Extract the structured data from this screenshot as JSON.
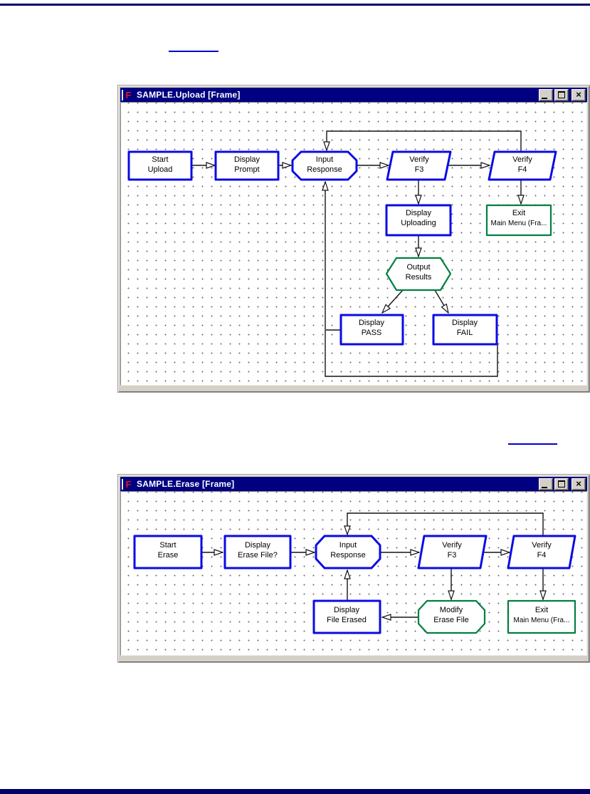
{
  "page": {
    "background": "#ffffff",
    "top_rule_color": "#000066",
    "bottom_bar_color": "#000066",
    "hyperlink_color": "#0000cc"
  },
  "colors": {
    "titlebar_bg": "#000080",
    "titlebar_text": "#ffffff",
    "window_chrome": "#d4d0c8",
    "node_blue": "#0a0ae6",
    "node_green": "#008040",
    "connector": "#141414",
    "canvas_dot": "#6b6b6b"
  },
  "upload_window": {
    "title": "SAMPLE.Upload [Frame]",
    "icon_letter": "F",
    "controls": {
      "minimize": "minimize-icon",
      "maximize": "maximize-icon",
      "close": "×"
    },
    "nodes": {
      "start": [
        "Start",
        "Upload"
      ],
      "display_prompt": [
        "Display",
        "Prompt"
      ],
      "input_response": [
        "Input",
        "Response"
      ],
      "verify_f3": [
        "Verify",
        "F3"
      ],
      "verify_f4": [
        "Verify",
        "F4"
      ],
      "display_uploading": [
        "Display",
        "Uploading"
      ],
      "exit_main_menu": [
        "Exit",
        "Main Menu (Fra..."
      ],
      "output_results": [
        "Output",
        "Results"
      ],
      "display_pass": [
        "Display",
        "PASS"
      ],
      "display_fail": [
        "Display",
        "FAIL"
      ]
    }
  },
  "erase_window": {
    "title": "SAMPLE.Erase [Frame]",
    "icon_letter": "F",
    "controls": {
      "minimize": "minimize-icon",
      "maximize": "maximize-icon",
      "close": "×"
    },
    "nodes": {
      "start": [
        "Start",
        "Erase"
      ],
      "display_erase_file": [
        "Display",
        "Erase File?"
      ],
      "input_response": [
        "Input",
        "Response"
      ],
      "verify_f3": [
        "Verify",
        "F3"
      ],
      "verify_f4": [
        "Verify",
        "F4"
      ],
      "display_file_erased": [
        "Display",
        "File Erased"
      ],
      "modify_erase_file": [
        "Modify",
        "Erase File"
      ],
      "exit_main_menu": [
        "Exit",
        "Main Menu (Fra..."
      ]
    }
  }
}
